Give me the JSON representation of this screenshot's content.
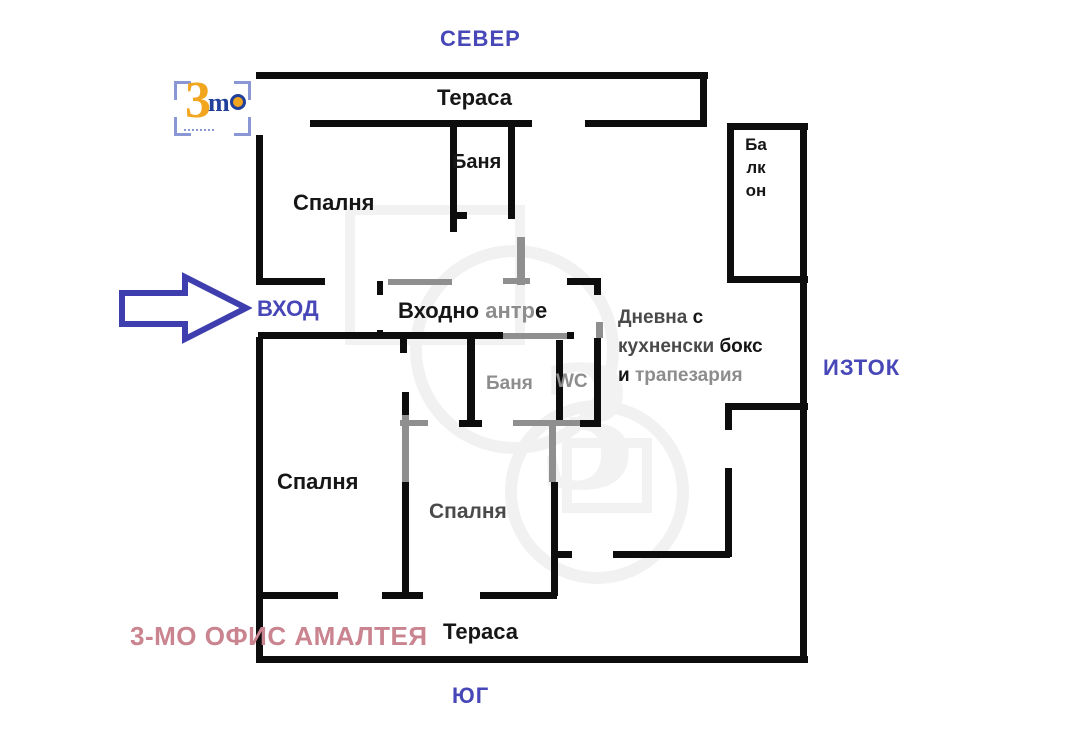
{
  "compass": {
    "north": "СЕВЕР",
    "east": "ИЗТОК",
    "south": "ЮГ"
  },
  "entrance": {
    "label": "ВХОД"
  },
  "logo": {
    "three": "3",
    "m": "m"
  },
  "watermark": {
    "text": "3-МО ОФИС АМАЛТЕЯ"
  },
  "rooms": {
    "terrace_top": "Тераса",
    "bath1": "Баня",
    "bedroom1": "Спалня",
    "balcony": "Балкон",
    "hall": {
      "p1": "Входно ",
      "p2": "антр",
      "p3": "е"
    },
    "living": {
      "l1a": "Дневна ",
      "l1b": "с",
      "l2a": "кухненски ",
      "l2b": "бокс",
      "l3a": "и ",
      "l3b": "трапезария"
    },
    "bath2": "Баня",
    "wc": "WC",
    "bedroom2": "Спалня",
    "bedroom3": "Спалня",
    "terrace_bottom": "Тераса"
  },
  "colors": {
    "wall": "#0d0d0d",
    "door_gray": "#8f8f8f",
    "compass_blue": "#4747b8",
    "watermark_pink": "#c9848f",
    "logo_orange": "#f2a51e",
    "logo_navy": "#21409a"
  }
}
